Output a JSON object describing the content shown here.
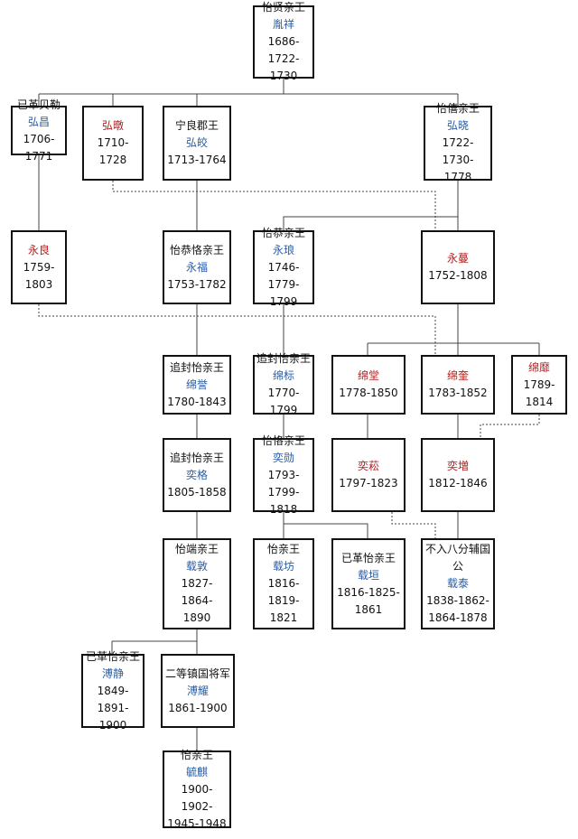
{
  "nodes": {
    "yinxiang": {
      "title": "怡贤亲王",
      "name": "胤祥",
      "dates": [
        "1686-1722-",
        "1730"
      ],
      "color": "#2a5ea6"
    },
    "hongchang": {
      "title": "已革贝勒",
      "name": "弘昌",
      "dates": [
        "1706-",
        "1771"
      ],
      "color": "#2a5ea6"
    },
    "hongdun": {
      "title": "",
      "name": "弘暾",
      "dates": [
        "1710-1728"
      ],
      "color": "#b02222"
    },
    "hongjiao": {
      "title": "宁良郡王",
      "name": "弘皎",
      "dates": [
        "1713-1764"
      ],
      "color": "#2a5ea6"
    },
    "hongxiao": {
      "title": "怡僖亲王",
      "name": "弘晓",
      "dates": [
        "1722-1730-",
        "1778"
      ],
      "color": "#2a5ea6"
    },
    "yongliang": {
      "title": "",
      "name": "永良",
      "dates": [
        "1759-",
        "1803"
      ],
      "color": "#b02222"
    },
    "yongfu": {
      "title": "怡恭恪亲王",
      "name": "永福",
      "dates": [
        "1753-1782"
      ],
      "color": "#2a5ea6"
    },
    "yonglang": {
      "title": "怡恭亲王",
      "name": "永琅",
      "dates": [
        "1746-1779-",
        "1799"
      ],
      "color": "#2a5ea6"
    },
    "yongman": {
      "title": "",
      "name": "永蔓",
      "dates": [
        "1752-1808"
      ],
      "color": "#b02222"
    },
    "mianyu": {
      "title": "追封怡亲王",
      "name": "绵誉",
      "dates": [
        "1780-1843"
      ],
      "color": "#2a5ea6"
    },
    "mianbiao": {
      "title": "追封怡亲王",
      "name": "绵标",
      "dates": [
        "1770-1799"
      ],
      "color": "#2a5ea6"
    },
    "miantang": {
      "title": "",
      "name": "绵堂",
      "dates": [
        "1778-1850"
      ],
      "color": "#b02222"
    },
    "miankui": {
      "title": "",
      "name": "绵奎",
      "dates": [
        "1783-1852"
      ],
      "color": "#b02222"
    },
    "mianmi": {
      "title": "",
      "name": "绵靡",
      "dates": [
        "1789-",
        "1814"
      ],
      "color": "#b02222"
    },
    "yige": {
      "title": "追封怡亲王",
      "name": "奕格",
      "dates": [
        "1805-1858"
      ],
      "color": "#2a5ea6"
    },
    "yixun": {
      "title": "怡恪亲王",
      "name": "奕勋",
      "dates": [
        "1793-1799-",
        "1818"
      ],
      "color": "#2a5ea6"
    },
    "yisong": {
      "title": "",
      "name": "奕菘",
      "dates": [
        "1797-1823"
      ],
      "color": "#b02222"
    },
    "yizeng": {
      "title": "",
      "name": "奕増",
      "dates": [
        "1812-1846"
      ],
      "color": "#b02222"
    },
    "zaidun": {
      "title": "怡端亲王",
      "name": "载敦",
      "dates": [
        "1827-1864-",
        "1890"
      ],
      "color": "#2a5ea6"
    },
    "zaifang": {
      "title": "怡亲王",
      "name": "载坊",
      "dates": [
        "1816-1819-",
        "1821"
      ],
      "color": "#2a5ea6"
    },
    "zaiyuan": {
      "title": "已革怡亲王",
      "name": "载垣",
      "dates": [
        "1816-1825-",
        "1861"
      ],
      "color": "#2a5ea6"
    },
    "zaitai": {
      "title": "不入八分辅国公",
      "name": "载泰",
      "dates": [
        "1838-1862-",
        "1864-1878"
      ],
      "color": "#2a5ea6"
    },
    "pujing": {
      "title": "已革怡亲王",
      "name": "溥静",
      "dates": [
        "1849-1891-",
        "1900"
      ],
      "color": "#2a5ea6"
    },
    "puyao": {
      "title": "二等镇国将军",
      "name": "溥耀",
      "dates": [
        "1861-1900"
      ],
      "color": "#2a5ea6"
    },
    "yuqi": {
      "title": "怡亲王",
      "name": "毓麒",
      "dates": [
        "1900-1902-",
        "1945-1948"
      ],
      "color": "#2a5ea6"
    }
  }
}
